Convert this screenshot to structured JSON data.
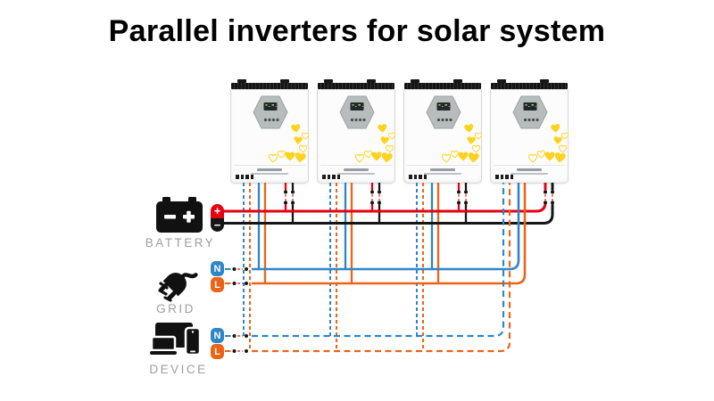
{
  "title": "Parallel inverters for solar system",
  "colors": {
    "red": "#e60012",
    "black": "#151515",
    "blue": "#2e86c8",
    "orange": "#eb6418",
    "yellow": "#ffd21e",
    "fuse_dash": "#e0645a",
    "label_gray": "#9e9ea0"
  },
  "inverters": {
    "count": 4
  },
  "sources": {
    "battery": {
      "label": "BATTERY",
      "icon_symbols": [
        "−",
        "+"
      ],
      "terminals": [
        {
          "text": "+",
          "color": "#e60012"
        },
        {
          "text": "−",
          "color": "#151515"
        }
      ]
    },
    "grid": {
      "label": "GRID",
      "terminals": [
        {
          "text": "N",
          "color": "#2e86c8"
        },
        {
          "text": "L",
          "color": "#eb6418"
        }
      ]
    },
    "device": {
      "label": "DEVICE",
      "terminals": [
        {
          "text": "N",
          "color": "#2e86c8"
        },
        {
          "text": "L",
          "color": "#eb6418"
        }
      ]
    }
  },
  "wiring": {
    "buses": [
      {
        "name": "battery-positive",
        "color": "#e60012",
        "style": "solid"
      },
      {
        "name": "battery-negative",
        "color": "#151515",
        "style": "solid"
      },
      {
        "name": "grid-neutral",
        "color": "#2e86c8",
        "style": "solid"
      },
      {
        "name": "grid-live",
        "color": "#eb6418",
        "style": "solid"
      },
      {
        "name": "device-neutral",
        "color": "#2e86c8",
        "style": "dashed"
      },
      {
        "name": "device-live",
        "color": "#eb6418",
        "style": "dashed"
      }
    ]
  }
}
